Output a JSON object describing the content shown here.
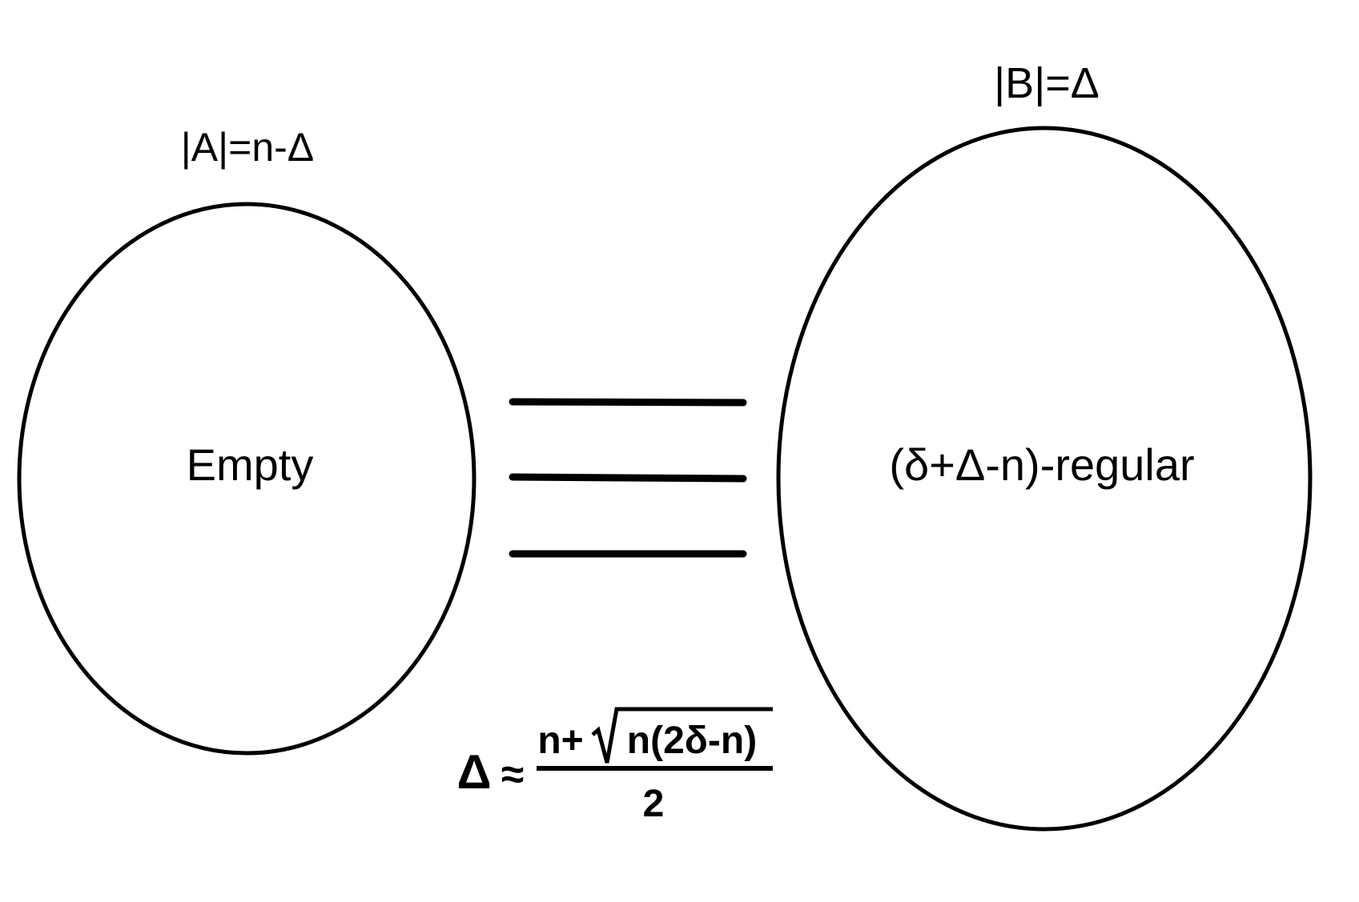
{
  "set_a": {
    "label": "|A|=n-Δ",
    "content": "Empty"
  },
  "set_b": {
    "label": "|B|=Δ",
    "content": "(δ+Δ-n)-regular"
  },
  "formula": {
    "lhs": "Δ",
    "relation": "≈",
    "numerator_prefix": "n+",
    "radicand": "n(2δ-n)",
    "denominator": "2"
  },
  "colors": {
    "stroke": "#000000",
    "background": "#ffffff"
  }
}
